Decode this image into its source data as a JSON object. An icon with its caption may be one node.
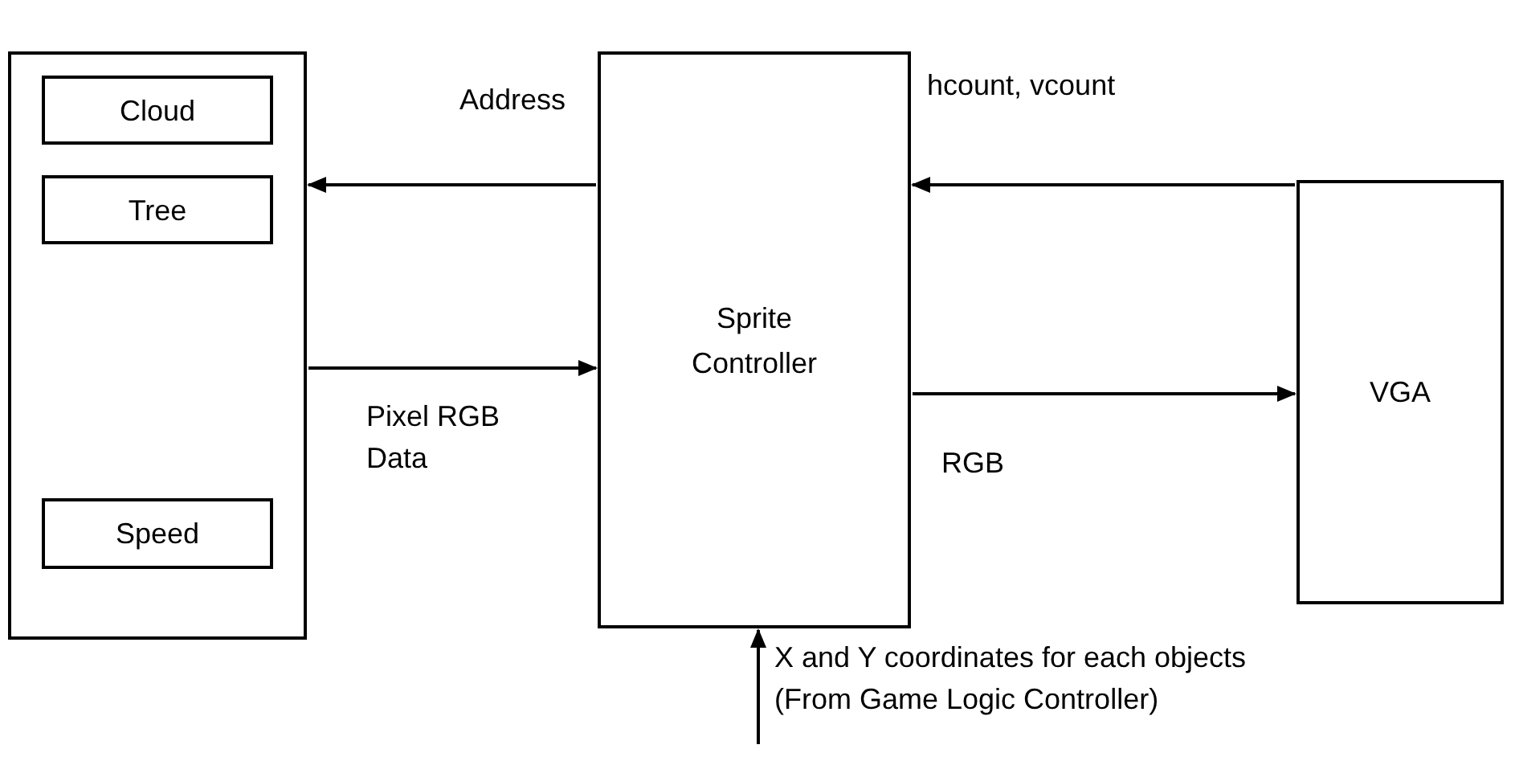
{
  "diagram": {
    "nodes": [
      {
        "text": [],
        "shape": "box"
      },
      {
        "text": [
          "Cloud"
        ],
        "in": 0
      },
      {
        "text": [
          "Tree"
        ],
        "in": 0
      },
      {
        "text": [
          "Speed"
        ],
        "in": 0
      },
      {
        "text": [
          "Sprite Controller"
        ]
      },
      {
        "text": [
          "VGA"
        ]
      }
    ],
    "edges": [
      {
        "from": 4,
        "to": 0,
        "arrow": "to",
        "label": "Address"
      },
      {
        "from": 0,
        "to": 4,
        "arrow": "to",
        "label": "Pixel RGB Data"
      },
      {
        "from": 5,
        "to": 4,
        "arrow": "to",
        "label": "hcount, vcount"
      },
      {
        "from": 4,
        "to": 5,
        "arrow": "to",
        "label": "RGB"
      },
      {
        "from": null,
        "to": 4,
        "arrow": "to",
        "label": "X and Y coordinates for each objects (From Game Logic Controller)"
      }
    ]
  }
}
